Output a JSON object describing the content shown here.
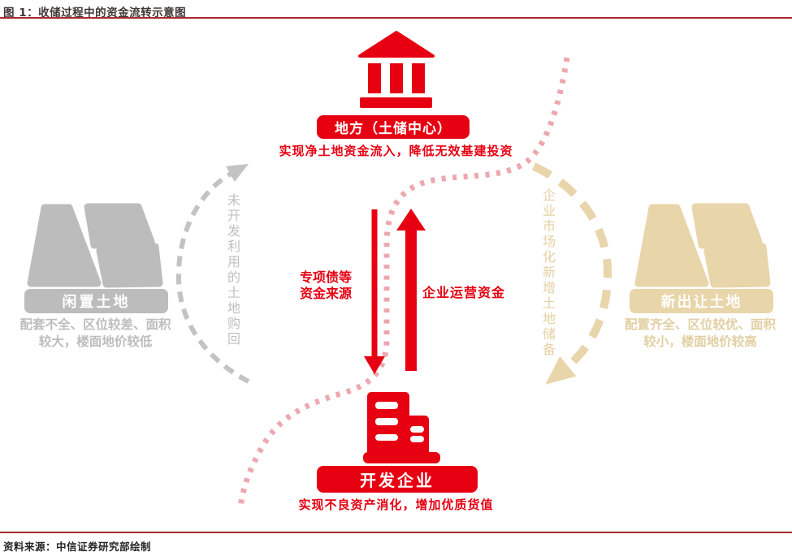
{
  "figure": {
    "title": "图 1：收储过程中的资金流转示意图",
    "source": "资料来源：中信证券研究部绘制"
  },
  "nodes": {
    "government": {
      "icon": "bank-icon",
      "label": "地方（土储中心）",
      "caption": "实现净土地资金流入，降低无效基建投资"
    },
    "developer": {
      "icon": "building-icon",
      "label": "开发企业",
      "caption": "实现不良资产消化，增加优质货值"
    },
    "idle_land": {
      "icon": "land-parcels-icon",
      "label": "闲置土地",
      "caption_line1": "配套不全、区位较差、面积",
      "caption_line2": "较大，楼面地价较低"
    },
    "new_land": {
      "icon": "land-parcels-icon",
      "label": "新出让土地",
      "caption_line1": "配置齐全、区位较优、面积",
      "caption_line2": "较小，楼面地价较高"
    }
  },
  "flows": {
    "special_bond_down": {
      "label_line1": "专项债等",
      "label_line2": "资金来源",
      "direction": "down"
    },
    "operating_funds_up": {
      "label": "企业运营资金",
      "direction": "up"
    },
    "idle_land_buyback": {
      "label": "未开发利用的土地购回",
      "style": "gray-dashed-curve"
    },
    "market_new_reserve": {
      "label": "企业市场化新增土地储备",
      "style": "tan-dashed-curve"
    },
    "pink_dotted_path": {
      "style": "pink-dotted-s-curve"
    }
  },
  "colors": {
    "brand_red": "#e60012",
    "rule_dark_red": "#a8292c",
    "gray": "#bcbcbc",
    "tan": "#e8d5aa",
    "pink_dots": "#eda7b0",
    "title_text": "#3f3836"
  }
}
